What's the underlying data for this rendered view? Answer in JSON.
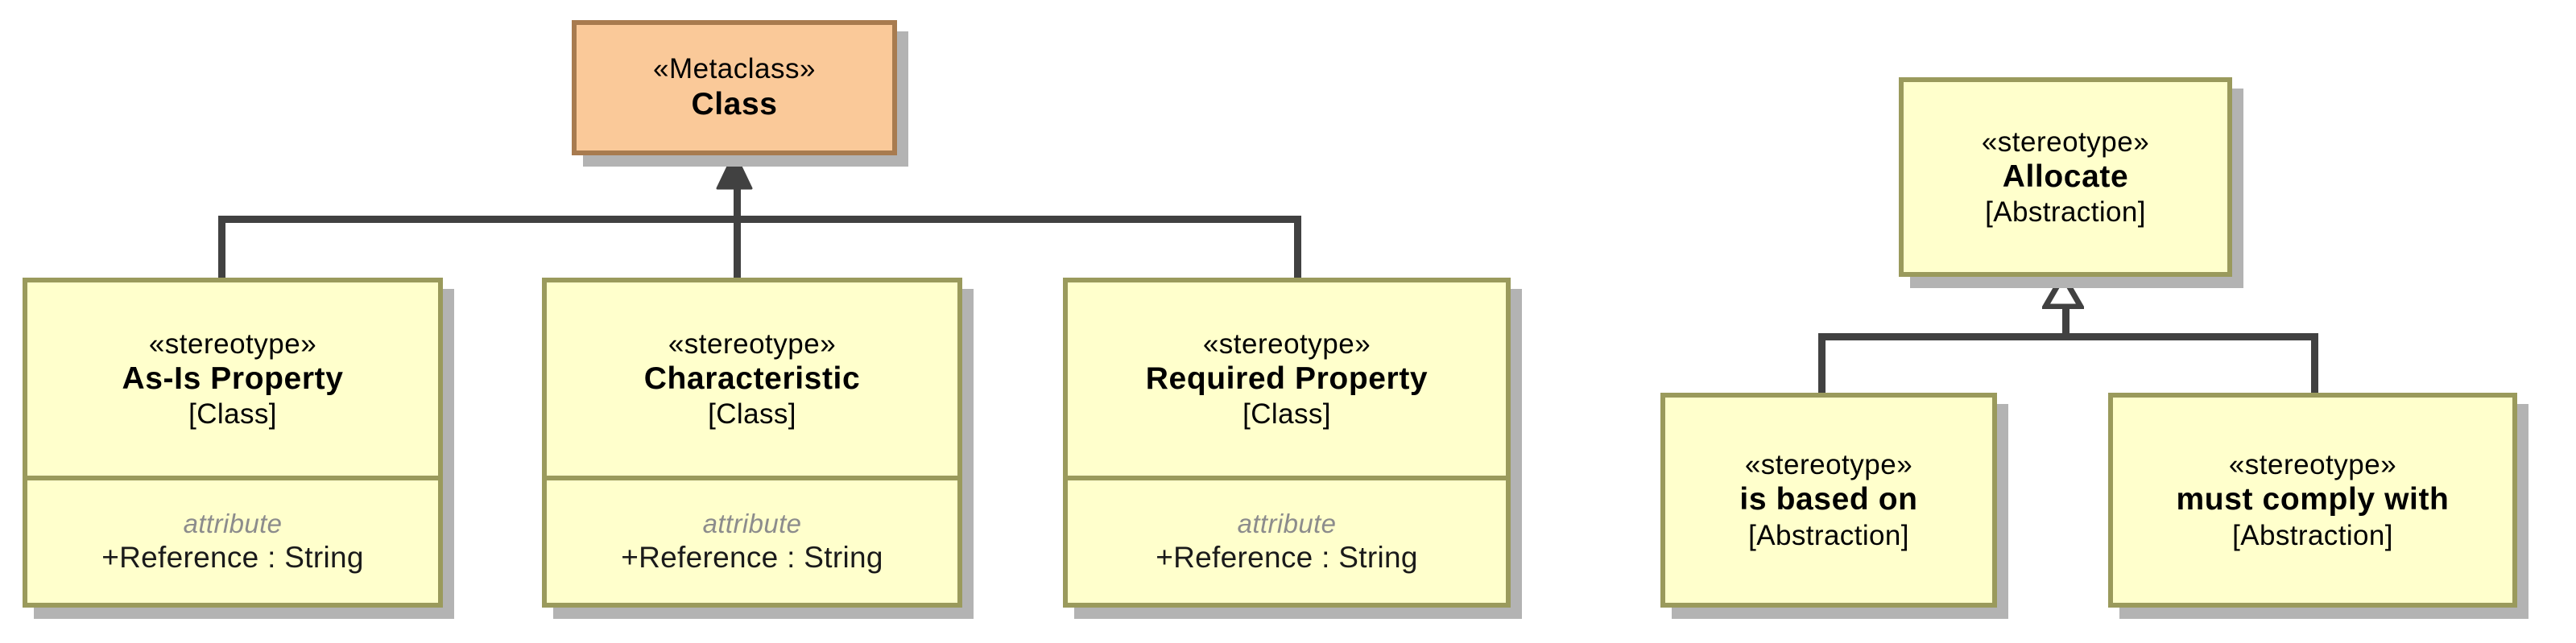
{
  "diagram": {
    "type": "uml-profile-diagram",
    "colors": {
      "metaclass_fill": "#fac999",
      "metaclass_border": "#a87b4f",
      "stereotype_fill": "#ffffcc",
      "stereotype_border": "#9a9a5c",
      "connector": "#414141",
      "shadow": "#b3b3b3",
      "attribute_label": "#8c8c8c"
    },
    "left_group": {
      "metaclass": {
        "stereotype": "«Metaclass»",
        "name": "Class"
      },
      "relationship": "extension",
      "arrowhead": "filled-triangle",
      "stereotypes": [
        {
          "stereotype": "«stereotype»",
          "name": "As-Is Property",
          "base": "[Class]",
          "attribute_label": "attribute",
          "attribute": "+Reference : String"
        },
        {
          "stereotype": "«stereotype»",
          "name": "Characteristic",
          "base": "[Class]",
          "attribute_label": "attribute",
          "attribute": "+Reference : String"
        },
        {
          "stereotype": "«stereotype»",
          "name": "Required Property",
          "base": "[Class]",
          "attribute_label": "attribute",
          "attribute": "+Reference : String"
        }
      ]
    },
    "right_group": {
      "parent": {
        "stereotype": "«stereotype»",
        "name": "Allocate",
        "base": "[Abstraction]"
      },
      "relationship": "generalization",
      "arrowhead": "hollow-triangle",
      "children": [
        {
          "stereotype": "«stereotype»",
          "name": "is based on",
          "base": "[Abstraction]"
        },
        {
          "stereotype": "«stereotype»",
          "name": "must comply with",
          "base": "[Abstraction]"
        }
      ]
    }
  }
}
